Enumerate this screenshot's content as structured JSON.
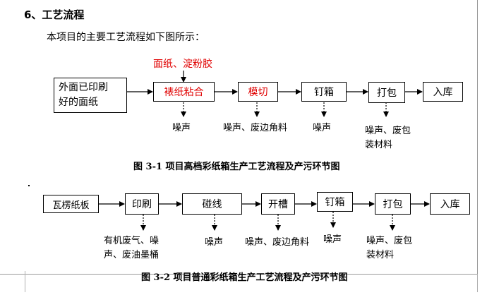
{
  "section": {
    "heading": "6、工艺流程",
    "intro": "本项目的主要工艺流程如下图所示："
  },
  "flow1": {
    "input_material": "面纸、淀粉胶",
    "steps": [
      {
        "label": "外面已印刷\n好的面纸"
      },
      {
        "label": "裱纸粘合"
      },
      {
        "label": "模切"
      },
      {
        "label": "钉箱"
      },
      {
        "label": "打包"
      },
      {
        "label": "入库"
      }
    ],
    "emissions": [
      "噪声",
      "噪声、废边角料",
      "噪声",
      "噪声、废包\n装材料"
    ],
    "caption": "图 3-1    项目高档彩纸箱生产工艺流程及产污环节图"
  },
  "flow2": {
    "steps": [
      {
        "label": "瓦楞纸板"
      },
      {
        "label": "印刷"
      },
      {
        "label": "碰线"
      },
      {
        "label": "开槽"
      },
      {
        "label": "钉箱"
      },
      {
        "label": "打包"
      },
      {
        "label": "入库"
      }
    ],
    "emissions": [
      "有机废气、噪\n声、废油墨桶",
      "噪声",
      "噪声、废边角料",
      "噪声",
      "噪声、废包\n装材料"
    ],
    "caption": "图 3-2    项目普通彩纸箱生产工艺流程及产污环节图"
  },
  "colors": {
    "highlight": "#e00000",
    "line": "#000000"
  }
}
